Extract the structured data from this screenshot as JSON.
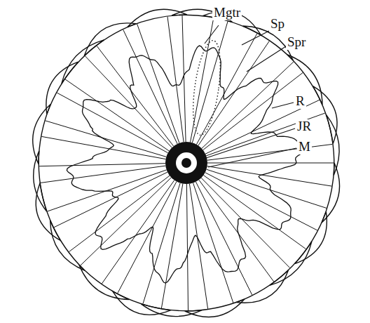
{
  "diagram": {
    "labels": [
      "Mgtr",
      "Sp",
      "Spr",
      "R",
      "JR",
      "M"
    ]
  }
}
